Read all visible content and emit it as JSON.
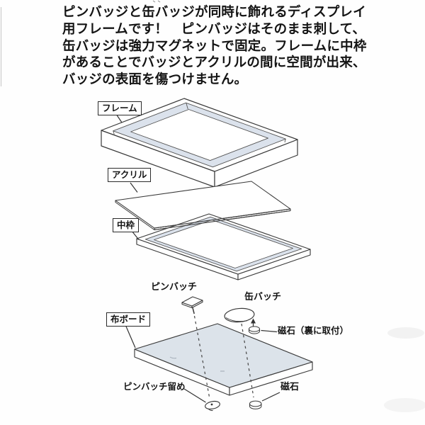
{
  "intro": {
    "lines": [
      "ピンバッジと缶バッジが同時に飾れるディスプレイ",
      "用フレームです！　ピンバッジはそのまま刺して、",
      "缶バッジは強力マグネットで固定。フレームに中枠",
      "があることでバッジとアクリルの間に空間が出来、",
      "バッジの表面を傷つけません。"
    ]
  },
  "labels": {
    "frame": "フレーム",
    "acrylic": "アクリル",
    "inner_frame": "中枠",
    "pin_badge": "ピンバッチ",
    "can_badge": "缶バッチ",
    "cloth_board": "布ボード",
    "magnet_back": "磁石（裏に取付）",
    "pin_badge_keeper": "ピンバッチ留め",
    "magnet": "磁石"
  },
  "colors": {
    "line": "#3a3a3a",
    "tint_blue": "#dbe2ec",
    "board_top": "#dce3ea",
    "text": "#141414",
    "background": "#fefefe"
  }
}
